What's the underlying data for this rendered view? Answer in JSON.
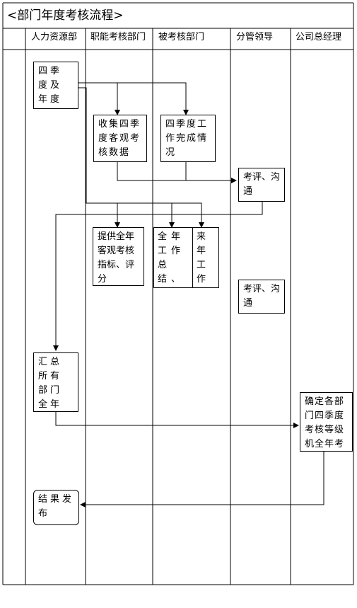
{
  "title": "<部门年度考核流程>",
  "lanes": [
    "人力资源部",
    "职能考核部门",
    "被考核部门",
    "分管领导",
    "公司总经理"
  ],
  "nodes": {
    "hr_notice": "四季度及年度考核通",
    "collect_data": "收集四季度客观考核数据 评",
    "q4_work": "四季度工作完成情况",
    "review_1": "考评、沟通",
    "provide_indicators": "提供全年客观考核指标、评分",
    "annual_summary": "全年工作总结、自评",
    "next_year_goals": "来年工作目标",
    "review_2": "考评、沟通",
    "aggregate": "汇总所有部门全年考核成绩",
    "determine_grade": "确定各部门四季度考核等级机全年考",
    "publish": "结果发布"
  }
}
